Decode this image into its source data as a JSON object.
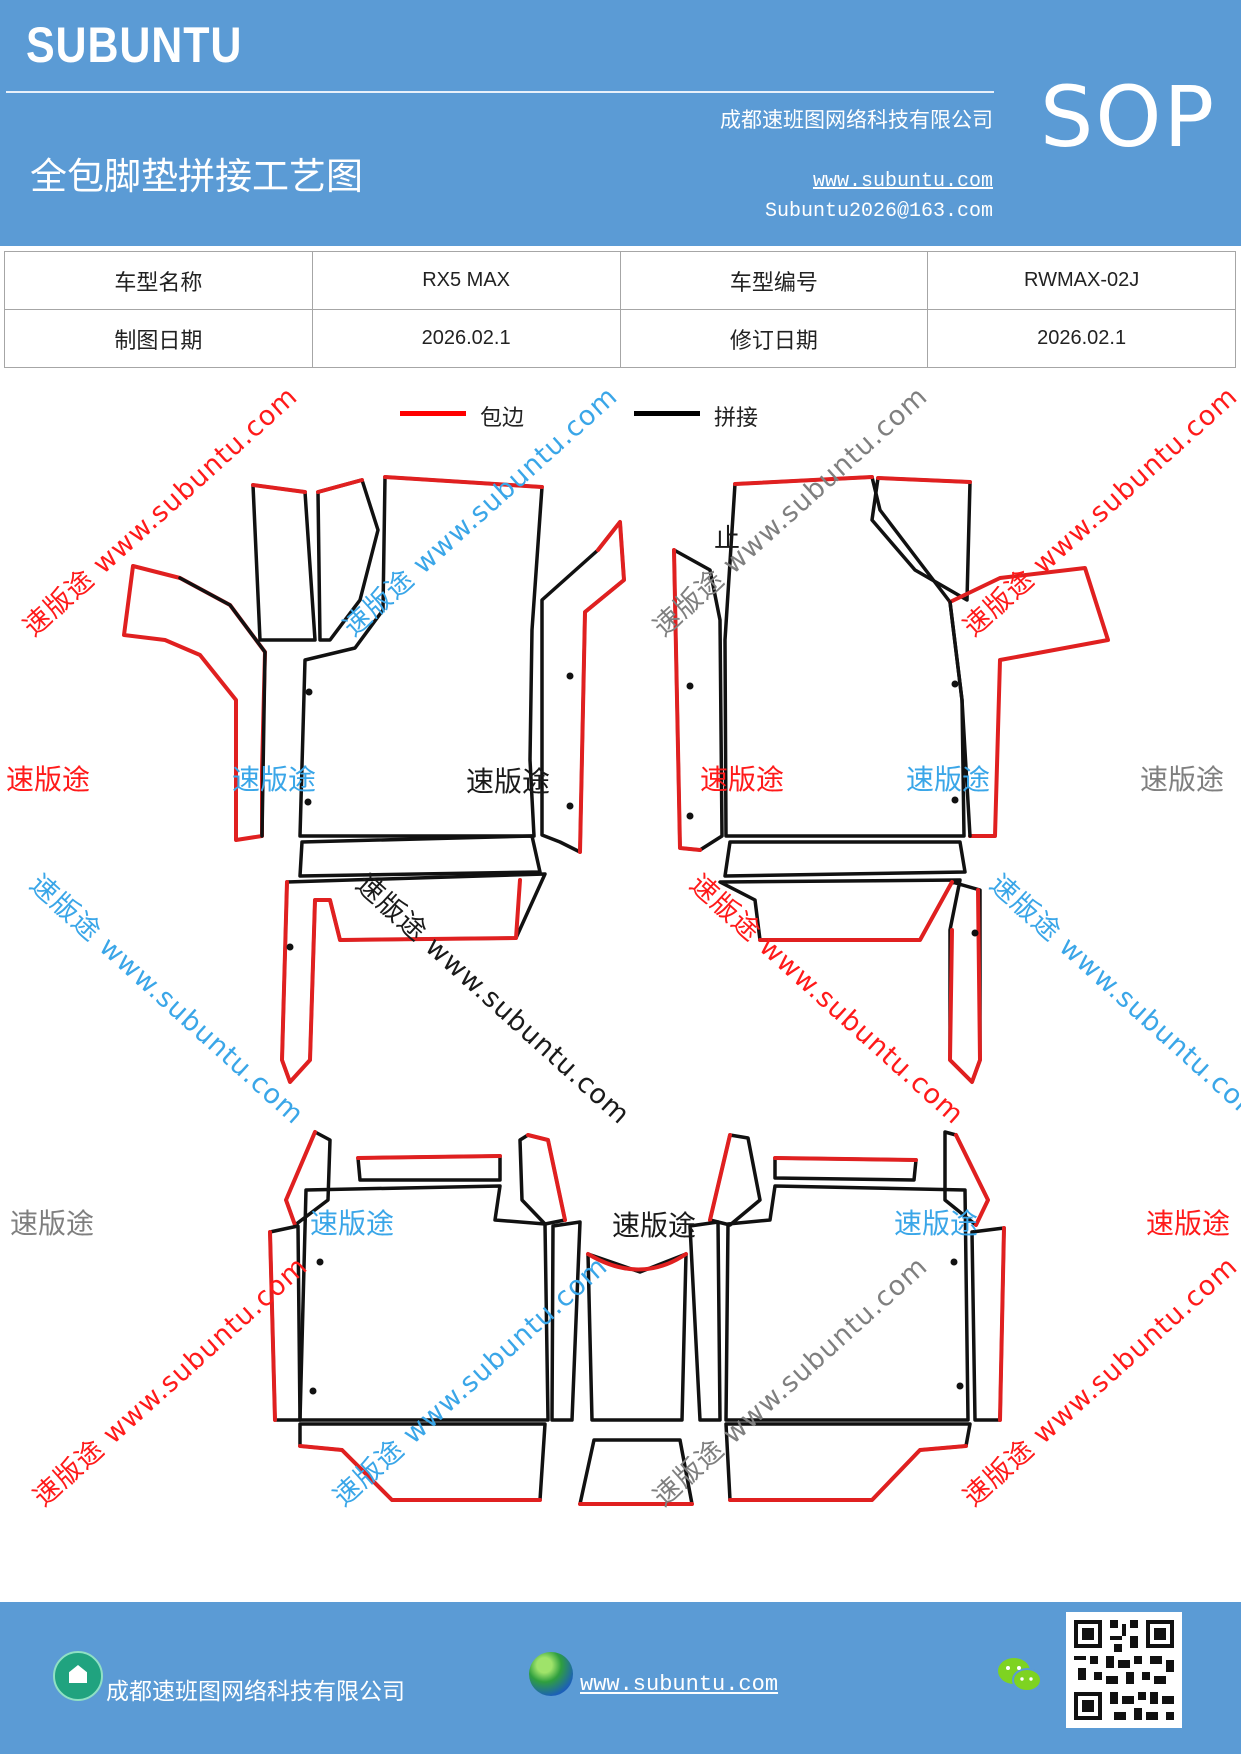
{
  "header": {
    "brand": "SUBUNTU",
    "badge": "SOP",
    "title": "全包脚垫拼接工艺图",
    "company": "成都速班图网络科技有限公司",
    "website": "www.subuntu.com",
    "email": "Subuntu2026@163.com"
  },
  "info_table": {
    "row1": {
      "label1": "车型名称",
      "value1": "RX5 MAX",
      "label2": "车型编号",
      "value2": "RWMAX-02J"
    },
    "row2": {
      "label1": "制图日期",
      "value1": "2026.02.1",
      "label2": "修订日期",
      "value2": "2026.02.1"
    }
  },
  "legend": {
    "edge": {
      "label": "包边",
      "color": "#ff0000"
    },
    "join": {
      "label": "拼接",
      "color": "#000000"
    }
  },
  "plan_annotation": "止",
  "watermark": {
    "brand_text": "速版途",
    "url_text": "速版途 www.subuntu.com",
    "colors": {
      "red": "#ff1a1a",
      "blue": "#3aa6e8",
      "gray": "#7f7f7f",
      "black": "#1a1a1a"
    }
  },
  "footer": {
    "company": "成都速班图网络科技有限公司",
    "website": "www.subuntu.com",
    "home_icon": "home-icon",
    "globe_icon": "globe-icon",
    "wechat_icon": "wechat-icon"
  }
}
